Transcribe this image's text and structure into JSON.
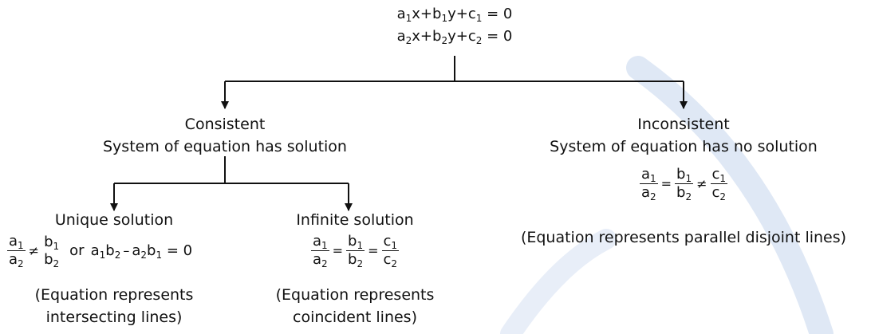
{
  "colors": {
    "text": "#111111",
    "line": "#111111",
    "watermark": "#dfe8f5"
  },
  "root": {
    "eq1": {
      "a": "a",
      "x": "x",
      "plus1": "+",
      "b": "b",
      "y": "y",
      "plus2": "+",
      "c": "c",
      "sub": "1",
      "equals_zero": "= 0"
    },
    "eq2": {
      "a": "a",
      "x": "x",
      "plus1": "+",
      "b": "b",
      "y": "y",
      "plus2": "+",
      "c": "c",
      "sub": "2",
      "equals_zero": "= 0"
    }
  },
  "consistent": {
    "title": "Consistent",
    "subtitle": "System of equation has solution"
  },
  "inconsistent": {
    "title": "Inconsistent",
    "subtitle": "System of equation has no solution",
    "condition": {
      "a1": "a",
      "a2": "a",
      "b1": "b",
      "b2": "b",
      "c1": "c",
      "c2": "c",
      "s1": "1",
      "s2": "2",
      "op1": "=",
      "op2": "≠"
    },
    "note": "(Equation represents parallel disjoint lines)"
  },
  "unique": {
    "title": "Unique solution",
    "condition": {
      "a": "a",
      "b": "b",
      "s1": "1",
      "s2": "2",
      "op": "≠",
      "or": "or",
      "minus": "–",
      "equals_zero": "= 0"
    },
    "note_line1": "(Equation represents",
    "note_line2": "intersecting lines)"
  },
  "infinite": {
    "title": "Infinite solution",
    "condition": {
      "a": "a",
      "b": "b",
      "c": "c",
      "s1": "1",
      "s2": "2",
      "op1": "=",
      "op2": "="
    },
    "note_line1": "(Equation represents",
    "note_line2": "coincident lines)"
  }
}
